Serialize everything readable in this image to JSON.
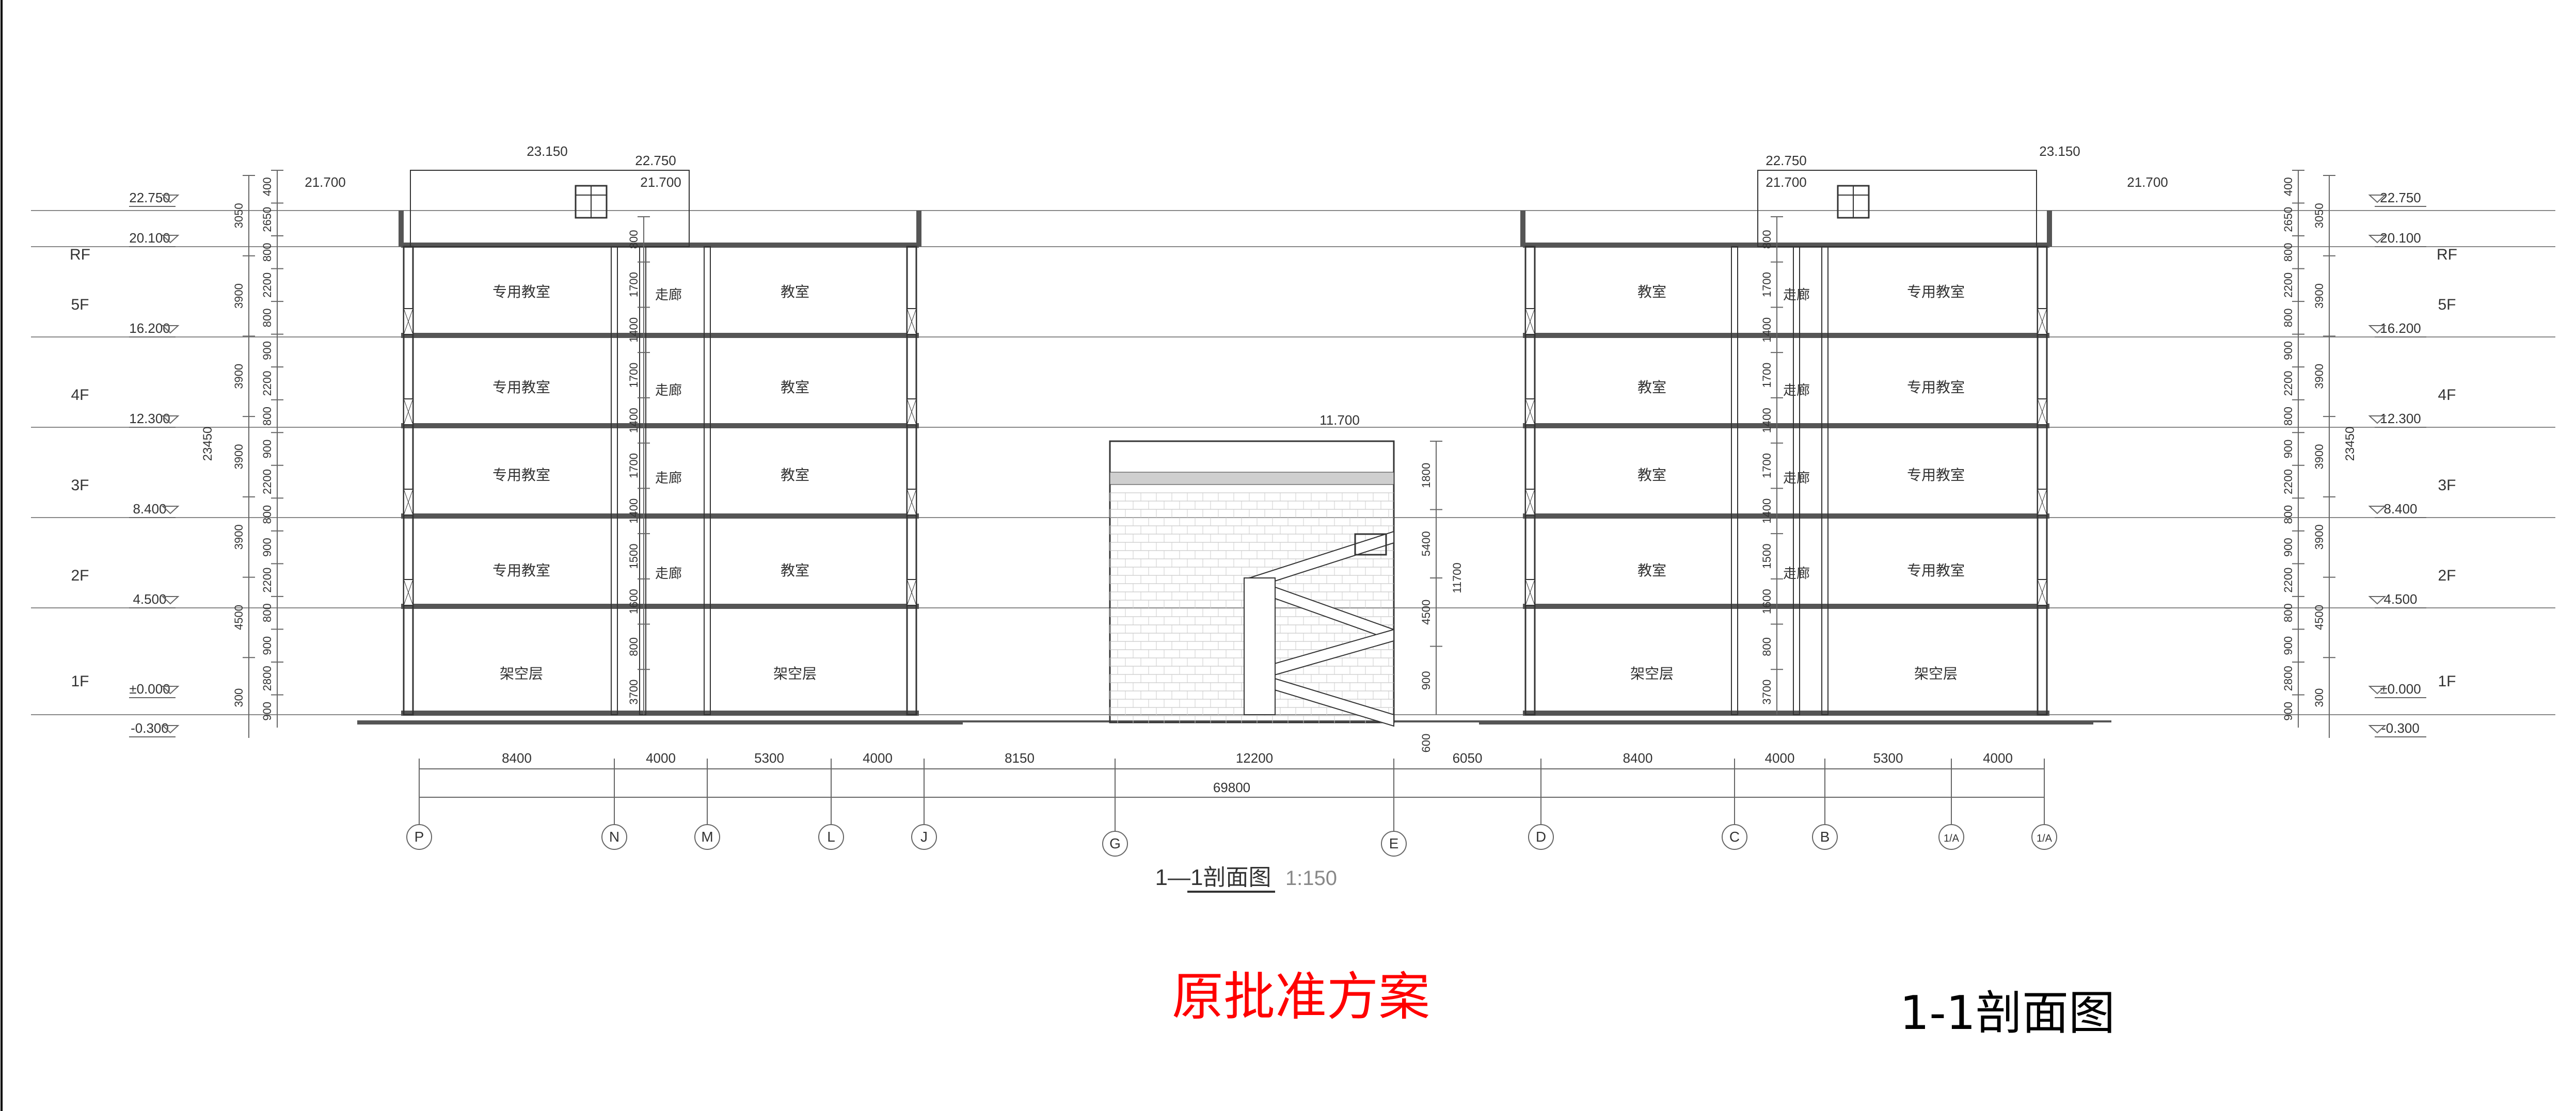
{
  "title": {
    "approval_note": "原批准方案",
    "sheet_name": "1-1剖面图",
    "section_label": "1—1剖面图",
    "section_scale": "1:150"
  },
  "colors": {
    "line": "#333333",
    "wall": "#555555",
    "dim": "#666666",
    "red": "#ff0000"
  },
  "floors": [
    "RF",
    "5F",
    "4F",
    "3F",
    "2F",
    "1F"
  ],
  "elevations_left": [
    "22.750",
    "20.100",
    "16.200",
    "12.300",
    "8.400",
    "4.500",
    "±0.000",
    "-0.300"
  ],
  "elevations_right": [
    "22.750",
    "20.100",
    "16.200",
    "12.300",
    "8.400",
    "4.500",
    "±0.000",
    "-0.300"
  ],
  "top_elevations": [
    "23.150",
    "22.750",
    "21.700"
  ],
  "stair_elevation": "11.700",
  "stair_dims": [
    "1800",
    "5400",
    "4500",
    "900",
    "600",
    "11700"
  ],
  "total_height": "23450",
  "left_outer_dims": [
    "3050",
    "3900",
    "3900",
    "3900",
    "3900",
    "4500",
    "300"
  ],
  "left_inner_dims": [
    "400",
    "2650",
    "800",
    "2200",
    "800",
    "900",
    "2200",
    "800",
    "900",
    "2200",
    "800",
    "900",
    "2200",
    "800",
    "900",
    "2800",
    "900"
  ],
  "right_outer_dims": [
    "3050",
    "3900",
    "3900",
    "3900",
    "3900",
    "4500",
    "300"
  ],
  "right_inner_dims": [
    "400",
    "2650",
    "800",
    "2200",
    "800",
    "900",
    "2200",
    "800",
    "900",
    "2200",
    "800",
    "900",
    "2200",
    "800",
    "900",
    "2800",
    "900"
  ],
  "corridor_dims_left": [
    "800",
    "1700",
    "1400",
    "1700",
    "1400",
    "1700",
    "1400",
    "1500",
    "1600",
    "800",
    "3700"
  ],
  "corridor_dims_right": [
    "800",
    "1700",
    "1400",
    "1700",
    "1400",
    "1700",
    "1400",
    "1500",
    "1600",
    "800",
    "3700"
  ],
  "rooms_left_a": [
    "专用教室",
    "专用教室",
    "专用教室",
    "专用教室",
    "架空层"
  ],
  "rooms_left_corridor": [
    "走廊",
    "走廊",
    "走廊",
    "走廊"
  ],
  "rooms_left_b": [
    "教室",
    "教室",
    "教室",
    "教室",
    "架空层"
  ],
  "rooms_right_a": [
    "教室",
    "教室",
    "教室",
    "教室",
    "架空层"
  ],
  "rooms_right_corridor": [
    "走廊",
    "走廊",
    "走廊",
    "走廊"
  ],
  "rooms_right_b": [
    "专用教室",
    "专用教室",
    "专用教室",
    "专用教室",
    "架空层"
  ],
  "span_dims": [
    "8400",
    "4000",
    "5300",
    "4000",
    "8150",
    "12200",
    "6050",
    "8400",
    "4000",
    "5300",
    "4000"
  ],
  "total_length": "69800",
  "axes": [
    "P",
    "N",
    "M",
    "L",
    "J",
    "G",
    "E",
    "D",
    "C",
    "B",
    "1/A",
    "1/A"
  ]
}
